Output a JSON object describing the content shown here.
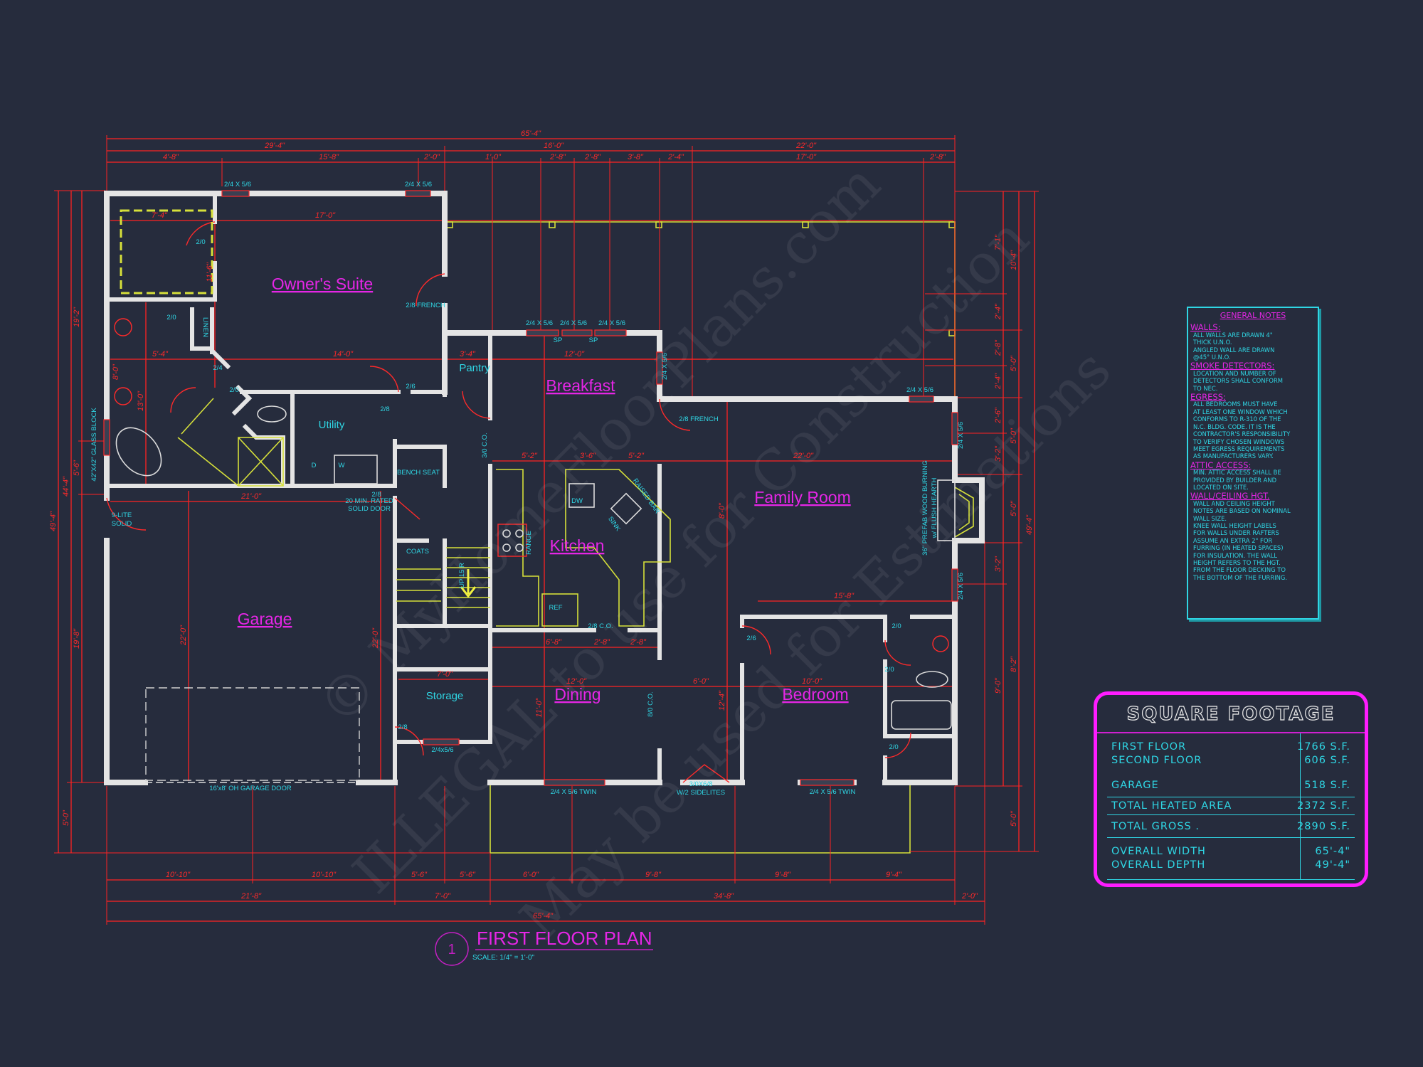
{
  "colors": {
    "background": "#262c3d",
    "walls": "#e4e4e4",
    "dimensions": "#ff2222",
    "annotations": "#2fd6e4",
    "room_labels": "#e626e6",
    "porch_and_cabinets": "#d6e03a",
    "table_border": "#ff1cff"
  },
  "rooms": {
    "owners_suite": "Owner's Suite",
    "breakfast": "Breakfast",
    "family_room": "Family Room",
    "kitchen": "Kitchen",
    "garage": "Garage",
    "dining": "Dining",
    "bedroom": "Bedroom",
    "utility": "Utility",
    "pantry": "Pantry",
    "storage": "Storage"
  },
  "annotations": [
    "2/4 X 5/6",
    "2/4 X 5/6",
    "2/0",
    "2/0",
    "LINEN",
    "2/8 FRENCH",
    "2/4",
    "2/0",
    "2/6",
    "2/8",
    "BENCH SEAT",
    "D",
    "W",
    "2/8",
    "20 MIN. RATED",
    "SOLID DOOR",
    "42\"X42\" GLASS BLOCK",
    "9-LITE",
    "SOLID",
    "COATS",
    "UP 15 R",
    "3/0 C.O.",
    "2/4 X 5/6",
    "2/4 X 5/6",
    "2/4 X 5/6",
    "SP",
    "SP",
    "2/4 X 5/6",
    "2/8 FRENCH",
    "2/4 X 5/6",
    "2/4 X 5/6",
    "2/4 X 5/6",
    "36\" PREFAB WOOD BURNING",
    "w/ FLUSH HEARTH",
    "DW",
    "RAISED BAR",
    "SINK",
    "RANGE",
    "REF",
    "2/8 C.O.",
    "8/0 C.O.",
    "2/8",
    "2/4x5/6",
    "16'x8' OH GARAGE DOOR",
    "2/4 X 5/6 TWIN",
    "3/0X6/8",
    "W/2 SIDELITES",
    "2/4 X 5/6 TWIN",
    "2/6",
    "2/0",
    "2/0",
    "2/0"
  ],
  "dimensions": {
    "top": {
      "overall": "65'-4\"",
      "row2": [
        "29'-4\"",
        "16'-0\"",
        "22'-0\""
      ],
      "row3": [
        "4'-8\"",
        "15'-8\"",
        "2'-0\"",
        "1'-0\"",
        "2'-8\"",
        "2'-8\"",
        "3'-8\"",
        "2'-4\"",
        "17'-0\"",
        "2'-8\""
      ]
    },
    "bottom": {
      "row1": [
        "10'-10\"",
        "10'-10\"",
        "5'-6\"",
        "5'-6\"",
        "6'-0\"",
        "9'-8\"",
        "9'-8\"",
        "9'-4\""
      ],
      "row2": [
        "21'-8\"",
        "7'-0\"",
        "34'-8\"",
        "2'-0\""
      ],
      "overall": "65'-4\""
    },
    "left": {
      "overall": "49'-4\"",
      "row2": [
        "44'-4\"",
        "5'-0\""
      ],
      "row3": [
        "19'-2\"",
        "5'-6\"",
        "19'-8\""
      ]
    },
    "right": {
      "overall": "49'-4\"",
      "row2": [
        "10'-4\"",
        "5'-0\"",
        "5'-0\"",
        "5'-0\"",
        "8'-2\"",
        "5'-0\""
      ],
      "row3": [
        "7'-1\"",
        "2'-4\"",
        "2'-8\"",
        "2'-4\"",
        "2'-6\"",
        "3'-2\"",
        "3'-2\"",
        "9'-0\""
      ]
    },
    "interior": [
      "7'-4\"",
      "17'-0\"",
      "11'-6\"",
      "14'-0\"",
      "5'-4\"",
      "8'-0\"",
      "13'-0\"",
      "12'-0\"",
      "3'-4\"",
      "5'-2\"",
      "3'-6\"",
      "5'-2\"",
      "22'-0\"",
      "8'-0\"",
      "15'-8\"",
      "10'-0\"",
      "6'-0\"",
      "12'-4\"",
      "12'-0\"",
      "11'-0\"",
      "6'-8\"",
      "2'-8\"",
      "2'-8\"",
      "21'-0\"",
      "22'-0\"",
      "22'-0\"",
      "7'-0\""
    ]
  },
  "title": {
    "number": "1",
    "label": "FIRST FLOOR PLAN",
    "scale": "SCALE: 1/4\" = 1'-0\""
  },
  "general_notes": {
    "title": "GENERAL NOTES",
    "sections": [
      {
        "heading": "WALLS:",
        "lines": [
          "ALL WALLS ARE DRAWN 4\"",
          "THICK U.N.O.",
          "ANGLED WALL ARE DRAWN",
          "@45° U.N.O."
        ]
      },
      {
        "heading": "SMOKE DETECTORS:",
        "lines": [
          "LOCATION AND NUMBER OF",
          "DETECTORS SHALL CONFORM",
          "TO NEC."
        ]
      },
      {
        "heading": "EGRESS:",
        "lines": [
          "ALL BEDROOMS MUST HAVE",
          "AT LEAST ONE WINDOW WHICH",
          "CONFORMS TO R-310 OF THE",
          "N.C. BLDG. CODE. IT IS THE",
          "CONTRACTOR'S RESPONSIBILITY",
          "TO VERIFY CHOSEN WINDOWS",
          "MEET EGRESS REQUIREMENTS",
          "AS MANUFACTURERS VARY."
        ]
      },
      {
        "heading": "ATTIC ACCESS:",
        "lines": [
          "MIN. ATTIC ACCESS SHALL BE",
          "PROVIDED BY BUILDER AND",
          "LOCATED ON SITE."
        ]
      },
      {
        "heading": "WALL/CEILING HGT.",
        "lines": [
          "WALL AND CEILING HEIGHT",
          "NOTES ARE BASED ON NOMINAL",
          "WALL SIZE.",
          "KNEE WALL HEIGHT LABELS",
          "FOR WALLS UNDER RAFTERS",
          "ASSUME AN EXTRA 2\" FOR",
          "FURRING (IN HEATED SPACES)",
          "FOR INSULATION. THE WALL",
          "HEIGHT REFERS TO THE HGT.",
          "FROM THE FLOOR DECKING TO",
          "THE BOTTOM OF THE FURRING."
        ]
      }
    ]
  },
  "square_footage": {
    "title": "SQUARE FOOTAGE",
    "first_floor": {
      "label": "FIRST FLOOR",
      "value": "1766 S.F."
    },
    "second_floor": {
      "label": "SECOND FLOOR",
      "value": "606 S.F."
    },
    "garage": {
      "label": "GARAGE",
      "value": "518 S.F."
    },
    "total_heated": {
      "label": "TOTAL HEATED AREA",
      "value": "2372 S.F."
    },
    "total_gross": {
      "label": "TOTAL GROSS .",
      "value": "2890 S.F."
    },
    "overall_width": {
      "label": "OVERALL WIDTH",
      "value": "65'-4\""
    },
    "overall_depth": {
      "label": "OVERALL DEPTH",
      "value": "49'-4\""
    }
  },
  "watermark": [
    "© MyHomeFloorPlans.com",
    "ILLEGAL to use for Construction",
    "May be used for Estimations"
  ]
}
